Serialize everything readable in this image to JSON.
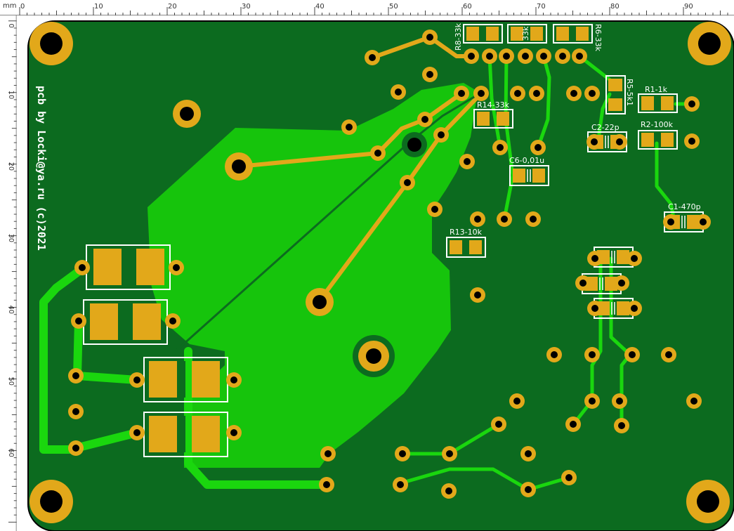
{
  "ruler": {
    "unit_label": "mm",
    "top_ticks": [
      "0",
      "10",
      "20",
      "30",
      "40",
      "50",
      "60",
      "70",
      "80",
      "90"
    ],
    "left_ticks": [
      "0",
      "10",
      "20",
      "30",
      "40",
      "50",
      "60"
    ]
  },
  "board": {
    "signature": "pcb by Locki@ya.ru (c)2021",
    "colors": {
      "board_background": "#0c6b1f",
      "copper_fill": "#16c40c",
      "trace": "#1ad70e",
      "back_trace": "#e2a81a",
      "pad": "#e2a81a",
      "hole": "#000000",
      "silkscreen": "#ffffff"
    }
  },
  "components": [
    {
      "ref": "R8-33k"
    },
    {
      "ref": "33k"
    },
    {
      "ref": "R6-33k"
    },
    {
      "ref": "R5-5k1"
    },
    {
      "ref": "R1-1k"
    },
    {
      "ref": "R14-33k"
    },
    {
      "ref": "C2-22p"
    },
    {
      "ref": "R2-100k"
    },
    {
      "ref": "C6-0,01u"
    },
    {
      "ref": "C1-470p"
    },
    {
      "ref": "R13-10k"
    }
  ]
}
